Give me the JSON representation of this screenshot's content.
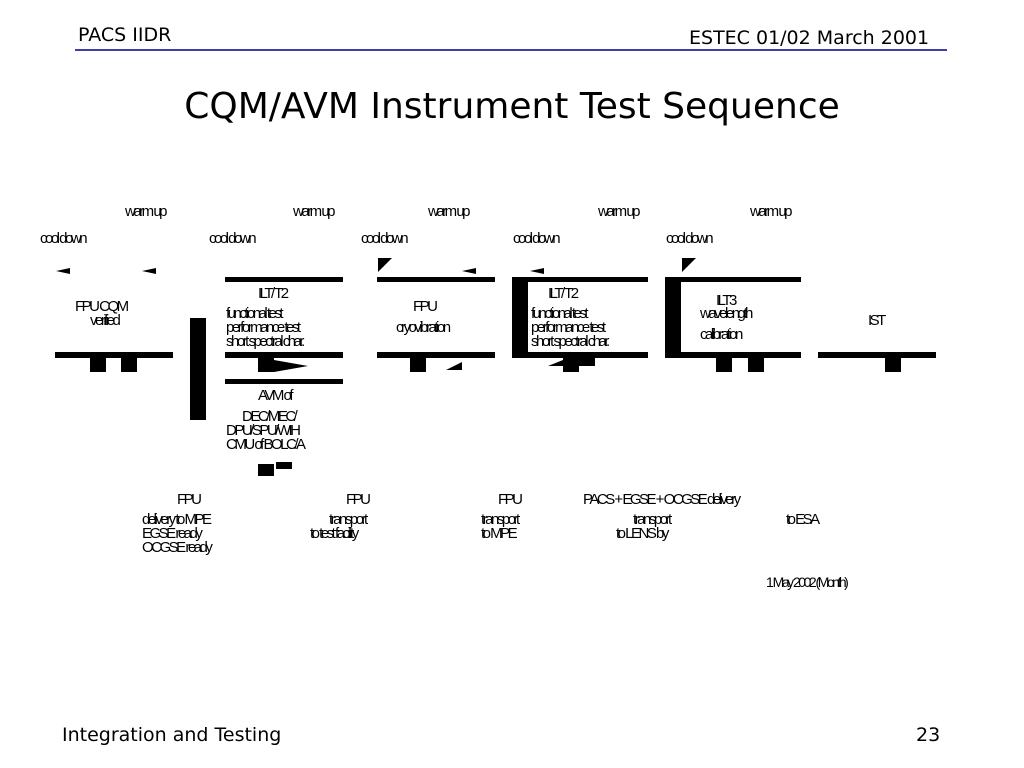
{
  "header": {
    "left": "PACS IIDR",
    "right": "ESTEC 01/02 March 2001"
  },
  "title": "CQM/AVM Instrument Test Sequence",
  "footer": {
    "left": "Integration and Testing",
    "page": "23"
  },
  "diagram": {
    "warmup_labels": [
      "warm up",
      "warm up",
      "warm up",
      "warm up",
      "warm up"
    ],
    "cooldown_labels": [
      "cool down",
      "cool down",
      "cool down",
      "cool down",
      "cool down"
    ],
    "steps": [
      {
        "lines": [
          "FPU CQM",
          "verified"
        ]
      },
      {
        "lines": [
          "ILT/ T2",
          "functional test",
          "performance test",
          "short spectral char."
        ]
      },
      {
        "lines": [
          "FPU",
          "cryovibration"
        ]
      },
      {
        "lines": [
          "ILT/ T2",
          "functional test",
          "performance test",
          "short spectral char."
        ]
      },
      {
        "lines": [
          "ILT3",
          "wavelength",
          "calibration"
        ]
      },
      {
        "lines": [
          "IST"
        ]
      }
    ],
    "avm_block": {
      "lines": [
        "AVM of",
        "DEC/MEC/",
        "DPU/SPU/WIH",
        "CMU of BOLC/A"
      ]
    },
    "transport_notes": [
      {
        "lines": [
          "FPU",
          "delivery to MPE",
          "EGSE ready",
          "OCGSE ready"
        ]
      },
      {
        "lines": [
          "FPU",
          "transport",
          "to test facility"
        ]
      },
      {
        "lines": [
          "FPU",
          "transport",
          "to MPE"
        ]
      },
      {
        "lines": [
          "PACS + EGSE + OCGSE delivery",
          "transport",
          "to LENS by"
        ]
      },
      {
        "lines": [
          "to ESA"
        ]
      }
    ],
    "milestone": "1 May 2002 (Month)"
  }
}
